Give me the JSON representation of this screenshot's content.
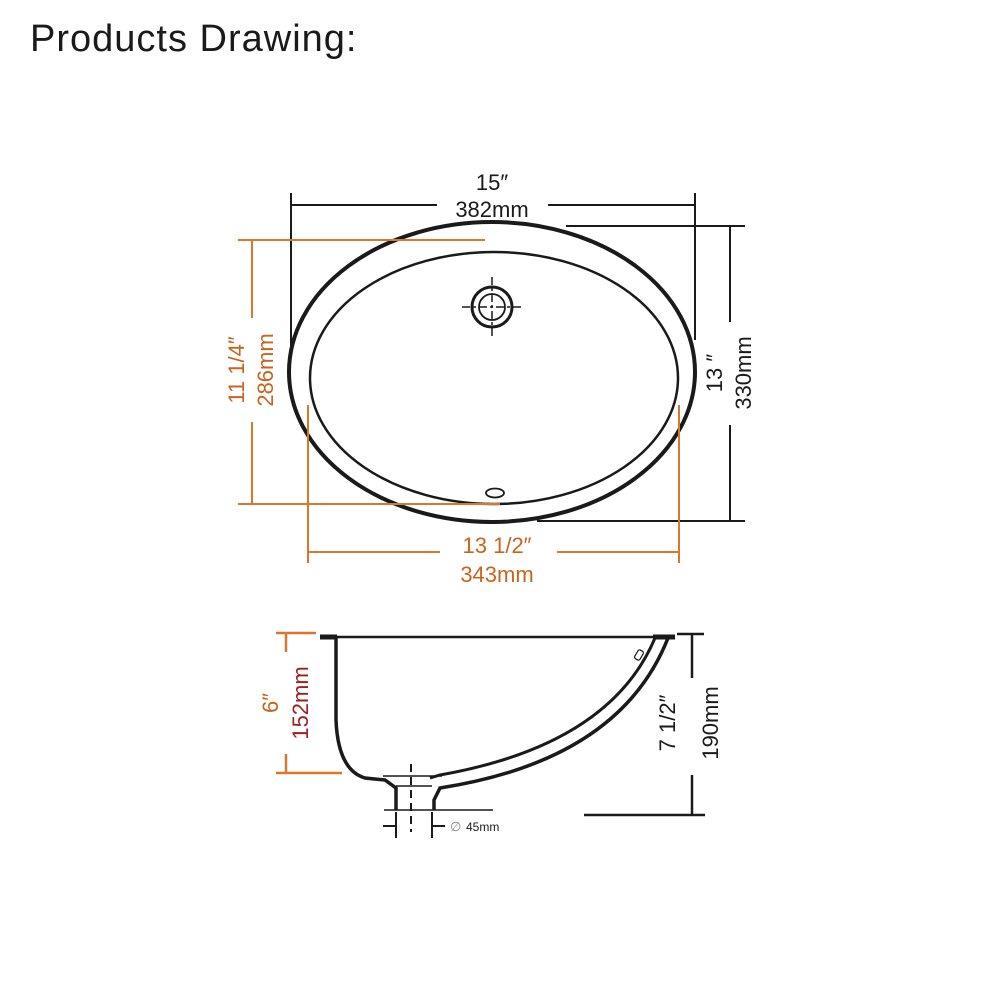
{
  "title": "Products Drawing:",
  "colors": {
    "outline": "#1a1a1a",
    "inner_dimension": "#d9772e",
    "depth_mm": "#a01e1e"
  },
  "top_view": {
    "overall_width": {
      "inches": "15″",
      "mm": "382mm"
    },
    "overall_depth": {
      "inches": "13 ″",
      "mm": "330mm"
    },
    "bowl_width": {
      "inches": "13 1/2″",
      "mm": "343mm"
    },
    "bowl_depth": {
      "inches": "11 1/4″",
      "mm": "286mm"
    },
    "drain_icon": "crosshair-drain-icon",
    "overflow_icon": "overflow-slot-icon"
  },
  "side_view": {
    "bowl_height": {
      "inches": "6″",
      "mm": "152mm"
    },
    "total_height": {
      "inches": "7 1/2″",
      "mm": "190mm"
    },
    "drain_diameter": {
      "symbol": "∅",
      "value": "45mm"
    }
  }
}
